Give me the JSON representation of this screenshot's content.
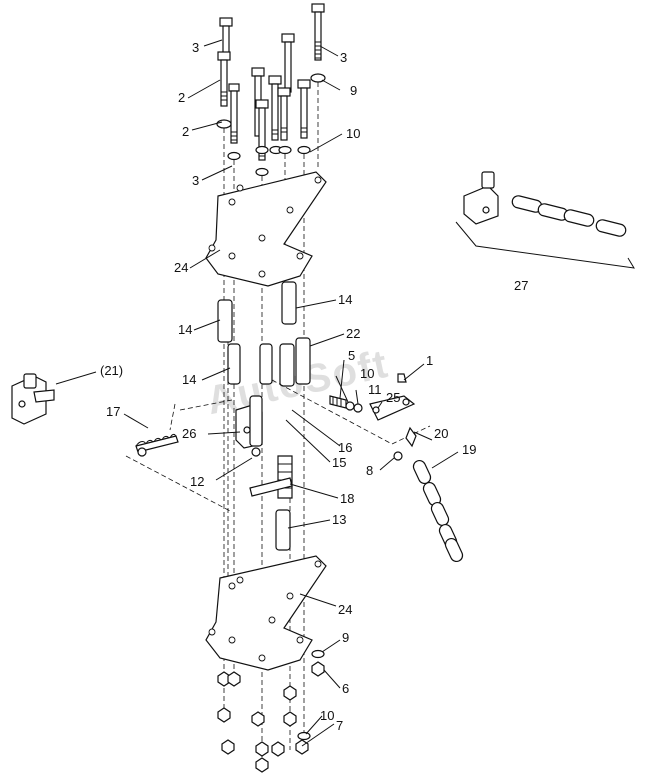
{
  "watermark": "AutoSoft",
  "labels": {
    "p1": "1",
    "p2a": "2",
    "p2b": "2",
    "p3a": "3",
    "p3b": "3",
    "p3c": "3",
    "p5": "5",
    "p6": "6",
    "p7": "7",
    "p8": "8",
    "p9a": "9",
    "p9b": "9",
    "p10a": "10",
    "p10b": "10",
    "p10c": "10",
    "p11": "11",
    "p12": "12",
    "p13": "13",
    "p14a": "14",
    "p14b": "14",
    "p14c": "14",
    "p15": "15",
    "p16": "16",
    "p17": "17",
    "p18": "18",
    "p19": "19",
    "p20": "20",
    "p21": "(21)",
    "p22": "22",
    "p24a": "24",
    "p24b": "24",
    "p25": "25",
    "p26": "26",
    "p27": "27"
  }
}
